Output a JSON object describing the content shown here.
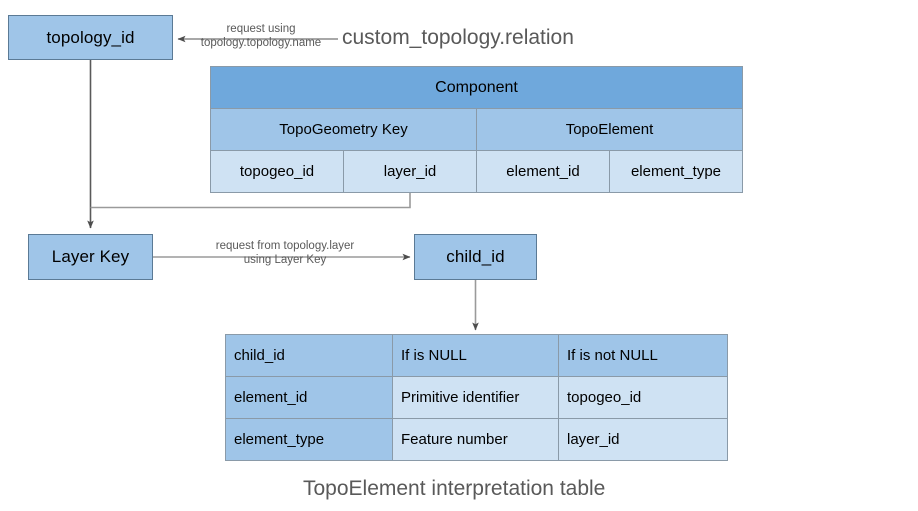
{
  "titles": {
    "relation": "custom_topology.relation",
    "interpretation": "TopoElement interpretation table"
  },
  "nodes": {
    "topology_id": "topology_id",
    "layer_key": "Layer Key",
    "child_id": "child_id"
  },
  "edges": {
    "request_using": "request using\ntopology.topology.name",
    "request_from_layer": "request from topology.layer\nusing Layer Key"
  },
  "component_table": {
    "title": "Component",
    "groups": [
      {
        "label": "TopoGeometry Key",
        "span": 2
      },
      {
        "label": "TopoElement",
        "span": 2
      }
    ],
    "columns": [
      "topogeo_id",
      "layer_id",
      "element_id",
      "element_type"
    ]
  },
  "interpretation_table": {
    "header": [
      "child_id",
      "If is NULL",
      "If is not NULL"
    ],
    "rows": [
      [
        "element_id",
        "Primitive identifier",
        "topogeo_id"
      ],
      [
        "element_type",
        "Feature number",
        "layer_id"
      ]
    ]
  },
  "colors": {
    "node_fill": "#9fc5e8",
    "node_stroke": "#5b7a95",
    "band_dark": "#6fa8dc",
    "band_mid": "#9fc5e8",
    "band_light": "#cfe2f3",
    "grid_stroke": "#8a9aa8",
    "connector": "#8c8c8c",
    "text_muted": "#595959",
    "background": "#ffffff"
  }
}
